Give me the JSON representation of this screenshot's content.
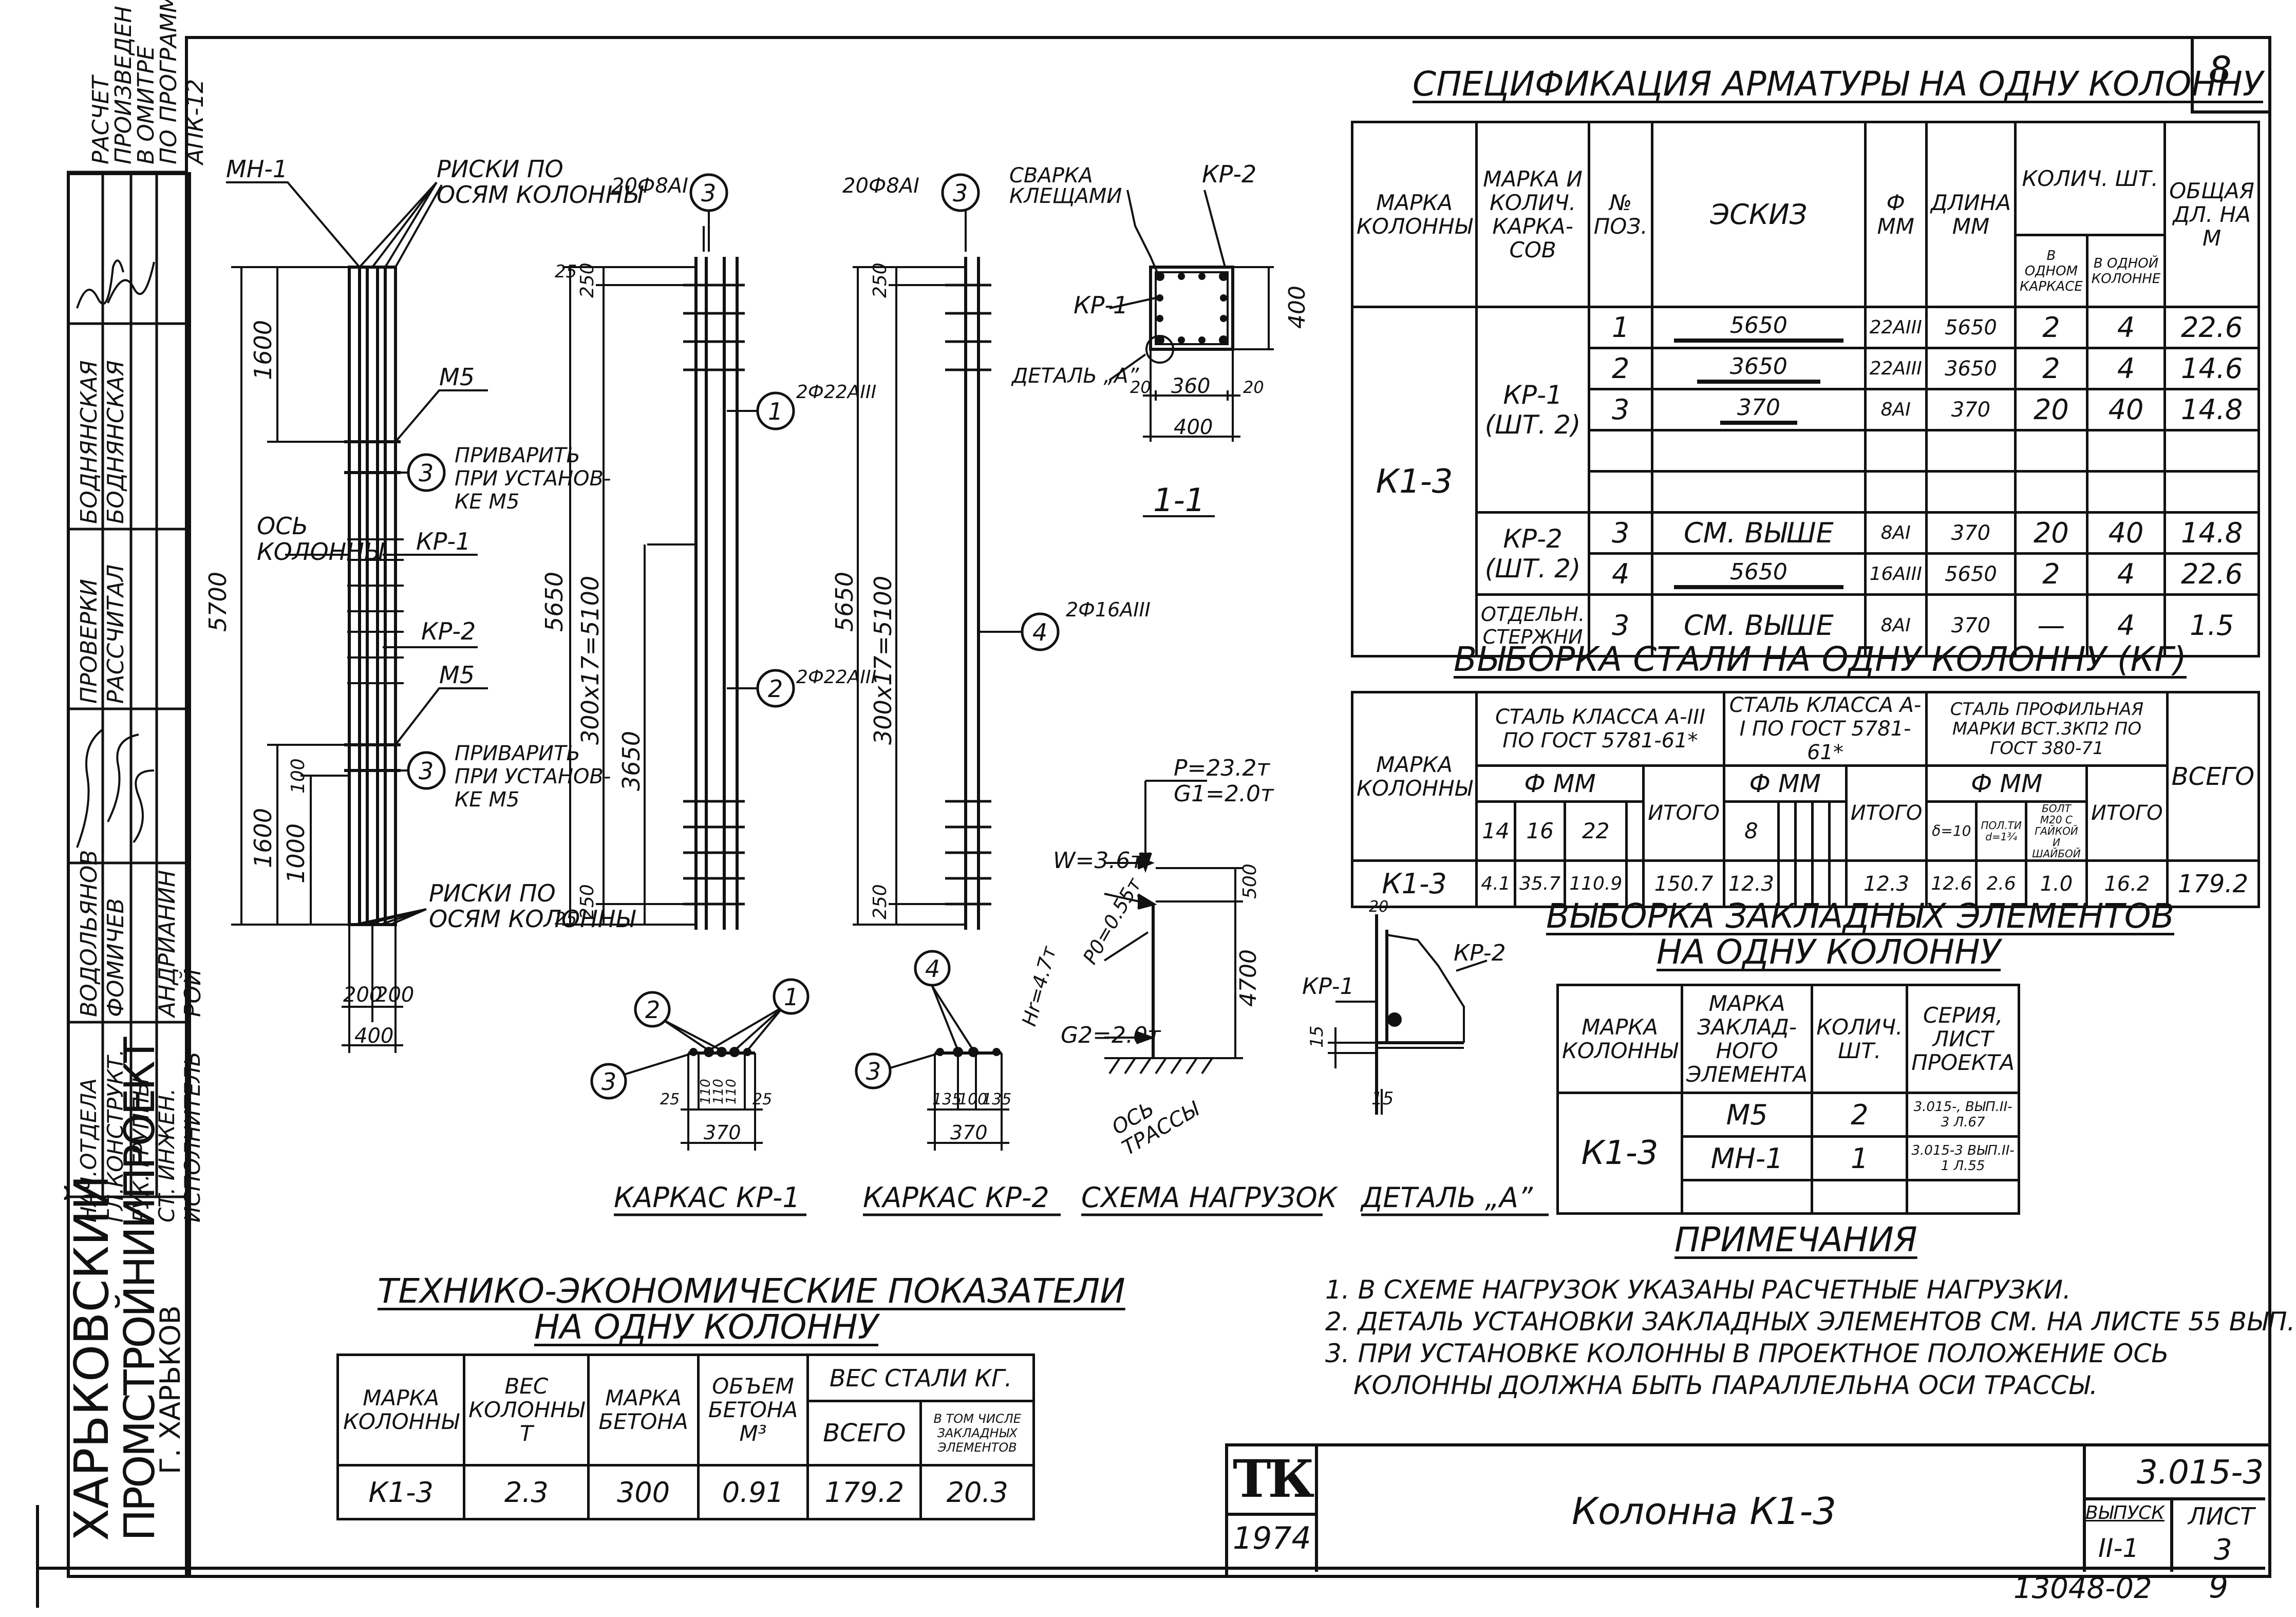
{
  "sheet_number": "8",
  "left_stamp": {
    "calc_note": [
      "РАСЧЕТ",
      "ПРОИЗВЕДЕН",
      "В ОМИТРЕ",
      "ПО ПРОГРАММ",
      "АПК-12"
    ],
    "roles_col1": [
      "ПРОВЕРКИ",
      "РАССЧИТАЛ"
    ],
    "names_col1": [
      "БОДНЯНСКАЯ",
      "БОДНЯНСКАЯ"
    ],
    "roles_col2": [
      "НАЧ.ОТДЕЛА",
      "ГЛ.КОНСТРУКТ.",
      "РУК. ГРУППЫ",
      "СТ. ИНЖЕН.",
      "ИСПОЛНИТЕЛЬ"
    ],
    "names_col2": [
      "ВОДОЛЬЯНОВ",
      "ФОМИЧЕВ",
      "АНДРИАНИН",
      "РОЙ"
    ],
    "org": [
      "ХАРЬКОВСКИЙ",
      "ПРОМСТРОЙНИИПРОЕКТ",
      "Г. ХАРЬКОВ"
    ]
  },
  "drawing": {
    "mn1": "МН-1",
    "riski_top": [
      "РИСКИ ПО",
      "ОСЯМ КОЛОННЫ"
    ],
    "riski_bottom": [
      "РИСКИ ПО",
      "ОСЯМ КОЛОННЫ"
    ],
    "m5": "М5",
    "privarit": [
      "ПРИВАРИТЬ",
      "ПРИ УСТАНОВ-",
      "КЕ М5"
    ],
    "os_kolonny": [
      "ОСЬ",
      "КОЛОННЫ"
    ],
    "kr1": "КР-1",
    "kr2": "КР-2",
    "dim_5700": "5700",
    "dim_1600": "1600",
    "dim_1000": "1000",
    "dim_100": "100",
    "dim_200": "200",
    "dim_400": "400",
    "dim_5650": "5650",
    "dim_300x17": "300х17=5100",
    "dim_3650": "3650",
    "dim_250": "250",
    "dim_25": "25",
    "bar_top_1": "20Ф8АI",
    "bar_top_2": "20Ф8АI",
    "bar_2d22": "2Ф22АIII",
    "bar_2d16": "2Ф16АIII",
    "pos1": "1",
    "pos2": "2",
    "pos3": "3",
    "pos4": "4",
    "svarka": [
      "СВАРКА",
      "КЛЕЩАМИ"
    ],
    "detal_a": "ДЕТАЛЬ „А”",
    "dim_360": "360",
    "dim_20": "20",
    "section": "1-1",
    "load_P": "P=23.2т",
    "load_G1": "G1=2.0т",
    "load_W": "W=3.6т",
    "load_P0": "P0=0.55т",
    "load_Hr": "Hr=4.7т",
    "load_G2": "G2=2.0т",
    "os_trassy": [
      "ОСЬ",
      "ТРАССЫ"
    ],
    "dim_500": "500",
    "dim_4700": "4700",
    "dim_15": "15",
    "dim_370": "370",
    "kr1_dims": [
      "25",
      "110",
      "110",
      "110",
      "25"
    ],
    "kr2_dims": [
      "135",
      "100",
      "135"
    ],
    "cap_kr1": "КАРКАС КР-1",
    "cap_kr2": "КАРКАС КР-2",
    "cap_loads": "СХЕМА НАГРУЗОК",
    "cap_detal": "ДЕТАЛЬ „А”"
  },
  "spec": {
    "title": "СПЕЦИФИКАЦИЯ АРМАТУРЫ НА ОДНУ КОЛОННУ",
    "headers": [
      "МАРКА КОЛОННЫ",
      "МАРКА И КОЛИЧ. КАРКА-СОВ",
      "№ ПОЗ.",
      "ЭСКИЗ",
      "Ф ММ",
      "ДЛИНА ММ",
      "В ОДНОМ КАРКАСЕ",
      "В ОДНОЙ КОЛОННЕ",
      "ОБЩАЯ ДЛ. НА М"
    ],
    "count_header": "КОЛИЧ. ШТ.",
    "col_mark": "К1-3",
    "kr1_label": [
      "КР-1",
      "(ШТ. 2)"
    ],
    "kr2_label": [
      "КР-2",
      "(ШТ. 2)"
    ],
    "sep_label": [
      "ОТДЕЛЬН.",
      "СТЕРЖНИ"
    ],
    "rows": [
      {
        "pos": "1",
        "sketch": "5650",
        "d": "22АIII",
        "len": "5650",
        "n1": "2",
        "n2": "4",
        "total": "22.6"
      },
      {
        "pos": "2",
        "sketch": "3650",
        "d": "22АIII",
        "len": "3650",
        "n1": "2",
        "n2": "4",
        "total": "14.6"
      },
      {
        "pos": "3",
        "sketch": "370",
        "d": "8АI",
        "len": "370",
        "n1": "20",
        "n2": "40",
        "total": "14.8"
      },
      {
        "pos": "3",
        "sketch": "СМ. ВЫШЕ",
        "d": "8АI",
        "len": "370",
        "n1": "20",
        "n2": "40",
        "total": "14.8"
      },
      {
        "pos": "4",
        "sketch": "5650",
        "d": "16АIII",
        "len": "5650",
        "n1": "2",
        "n2": "4",
        "total": "22.6"
      },
      {
        "pos": "3",
        "sketch": "СМ. ВЫШЕ",
        "d": "8АI",
        "len": "370",
        "n1": "—",
        "n2": "4",
        "total": "1.5"
      }
    ]
  },
  "steel": {
    "title": "ВЫБОРКА СТАЛИ НА ОДНУ КОЛОННУ (КГ)",
    "mark_header": "МАРКА КОЛОННЫ",
    "group1": "СТАЛЬ КЛАССА А-III ПО ГОСТ 5781-61*",
    "group2": "СТАЛЬ КЛАССА А-I ПО ГОСТ 5781-61*",
    "group3": "СТАЛЬ ПРОФИЛЬНАЯ МАРКИ ВСТ.3КП2 ПО ГОСТ 380-71",
    "phi": "Ф ММ",
    "d1": [
      "14",
      "16",
      "22"
    ],
    "d2": [
      "8"
    ],
    "d3": [
      "δ=10",
      "ПОЛ.ТИ d=1¾",
      "БОЛТ М20 С ГАЙКОЙ И ШАЙБОЙ"
    ],
    "itogo": "ИТОГО",
    "vsego": "ВСЕГО",
    "row": {
      "mark": "К1-3",
      "v14": "4.1",
      "v16": "35.7",
      "v22": "110.9",
      "it1": "150.7",
      "v8": "12.3",
      "it2": "12.3",
      "p1": "12.6",
      "p2": "2.6",
      "p3": "1.0",
      "it3": "16.2",
      "total": "179.2"
    }
  },
  "embedded": {
    "title": [
      "ВЫБОРКА ЗАКЛАДНЫХ ЭЛЕМЕНТОВ",
      "НА ОДНУ КОЛОННУ"
    ],
    "headers": [
      "МАРКА КОЛОННЫ",
      "МАРКА ЗАКЛАД-НОГО ЭЛЕМЕНТА",
      "КОЛИЧ. ШТ.",
      "СЕРИЯ, ЛИСТ ПРОЕКТА"
    ],
    "mark": "К1-3",
    "rows": [
      {
        "el": "М5",
        "n": "2",
        "ref": "3.015-, ВЫП.II-3 Л.67"
      },
      {
        "el": "МН-1",
        "n": "1",
        "ref": "3.015-3 ВЫП.II-1 Л.55"
      }
    ]
  },
  "notes": {
    "title": "ПРИМЕЧАНИЯ",
    "items": [
      "1. В СХЕМЕ НАГРУЗОК УКАЗАНЫ РАСЧЕТНЫЕ НАГРУЗКИ.",
      "2. ДЕТАЛЬ УСТАНОВКИ ЗАКЛАДНЫХ ЭЛЕМЕНТОВ СМ. НА ЛИСТЕ 55 ВЫП.II-1.",
      "3. ПРИ УСТАНОВКЕ КОЛОННЫ В ПРОЕКТНОЕ ПОЛОЖЕНИЕ ОСЬ",
      "КОЛОННЫ ДОЛЖНА БЫТЬ ПАРАЛЛЕЛЬНА ОСИ ТРАССЫ."
    ]
  },
  "tech": {
    "title": [
      "ТЕХНИКО-ЭКОНОМИЧЕСКИЕ ПОКАЗАТЕЛИ",
      "НА ОДНУ КОЛОННУ"
    ],
    "headers": [
      "МАРКА КОЛОННЫ",
      "ВЕС КОЛОННЫ Т",
      "МАРКА БЕТОНА",
      "ОБЪЕМ БЕТОНА М³",
      "ВЕС СТАЛИ КГ.",
      "ВСЕГО",
      "В ТОМ ЧИСЛЕ ЗАКЛАДНЫХ ЭЛЕМЕНТОВ"
    ],
    "row": [
      "К1-3",
      "2.3",
      "300",
      "0.91",
      "179.2",
      "20.3"
    ]
  },
  "title_block": {
    "logo": "ТК",
    "year": "1974",
    "name": "Колонна К1-3",
    "series": "3.015-3",
    "vypusk_label": "ВЫПУСК",
    "vypusk": "II-1",
    "list_label": "ЛИСТ",
    "list": "3"
  },
  "footer": {
    "code": "13048-02",
    "page": "9"
  }
}
